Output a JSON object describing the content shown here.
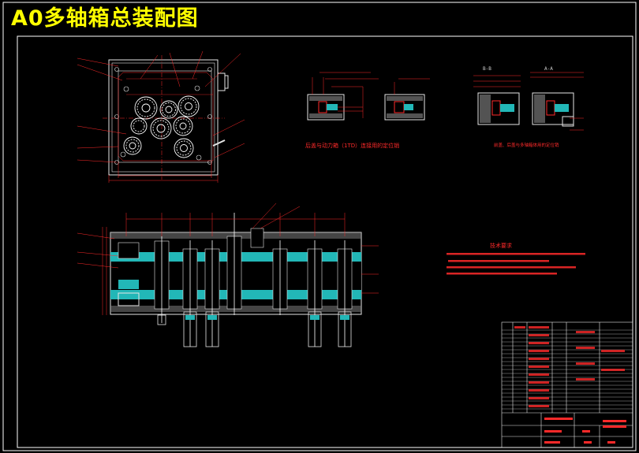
{
  "title": "A0多轴箱总装配图",
  "captions": {
    "locating_method": "后盖与动力箱（1TD）连接用的定位销",
    "section_note": "前盖、后盖与多轴箱体用的定位销"
  },
  "section_labels": {
    "b_b": "B-B",
    "a_a": "A-A"
  },
  "technical_requirements": {
    "heading": "技术要求"
  },
  "colors": {
    "background": "#000000",
    "frame": "#ffffff",
    "outline": "#e6e6e6",
    "dimension": "#ff2a2a",
    "section_fill": "#22b7b7",
    "gear": "#ffffff",
    "title": "#ffff00"
  }
}
